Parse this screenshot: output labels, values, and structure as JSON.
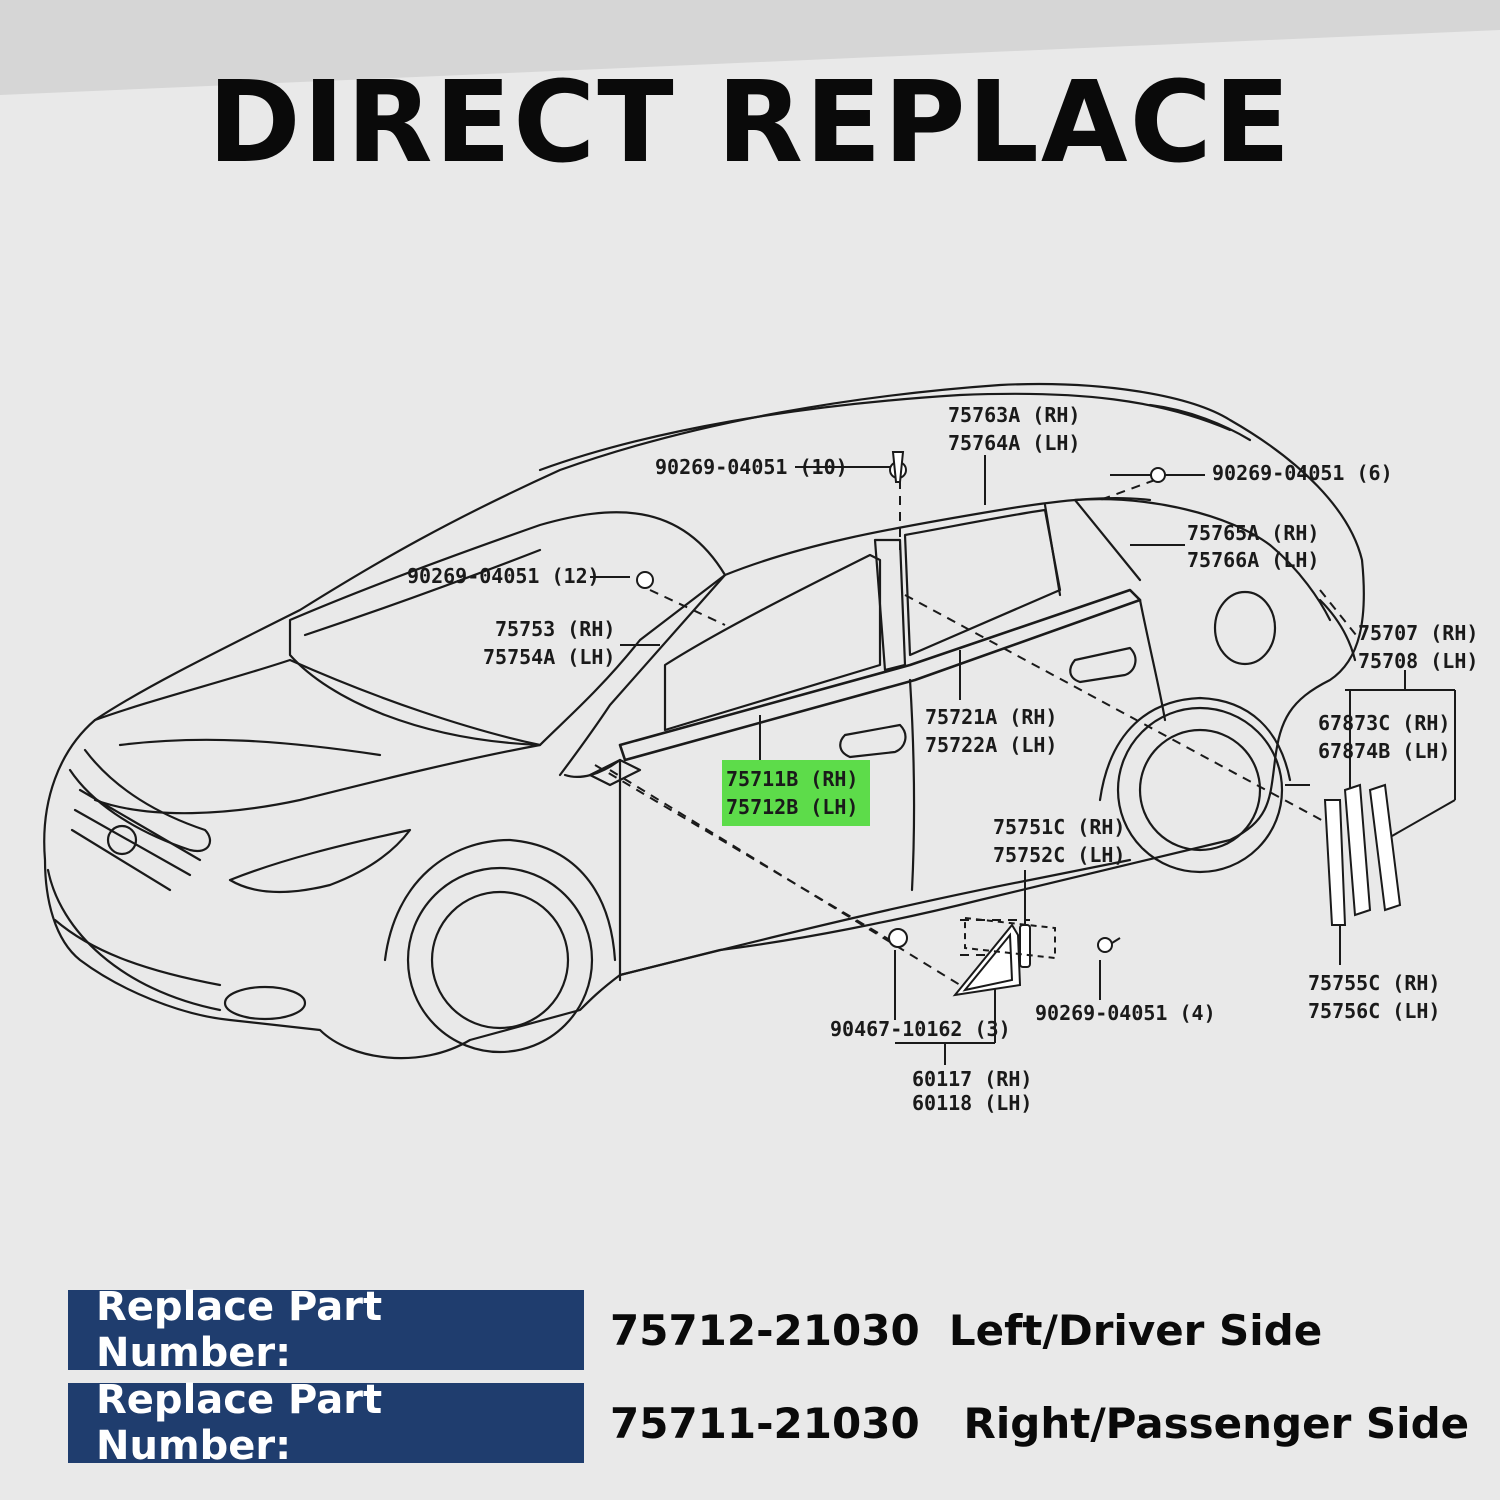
{
  "title": "DIRECT REPLACE",
  "callouts": {
    "c1": "75763A (RH)",
    "c2": "75764A (LH)",
    "c3": "90269-04051 (10)",
    "c4": "90269-04051 (6)",
    "c5": "75765A (RH)",
    "c6": "75766A (LH)",
    "c7": "90269-04051 (12)",
    "c8": "75753 (RH)",
    "c9": "75754A (LH)",
    "c10": "75707 (RH)",
    "c11": "75708 (LH)",
    "c12": "75721A (RH)",
    "c13": "75722A (LH)",
    "c14": "67873C (RH)",
    "c15": "67874B (LH)",
    "c16": "75711B (RH)",
    "c17": "75712B (LH)",
    "c18": "75751C (RH)",
    "c19": "75752C (LH)",
    "c20": "75755C (RH)",
    "c21": "75756C (LH)",
    "c22": "90269-04051 (4)",
    "c23": "90467-10162 (3)",
    "c24": "60117 (RH)",
    "c25": "60118 (LH)"
  },
  "highlight_color": "#5ddc4a",
  "part_numbers": [
    {
      "label": "Replace Part Number:",
      "value": "75712-21030  Left/Driver Side"
    },
    {
      "label": "Replace Part Number:",
      "value": "75711-21030   Right/Passenger Side"
    }
  ],
  "label_bg_color": "#1f3d6e"
}
